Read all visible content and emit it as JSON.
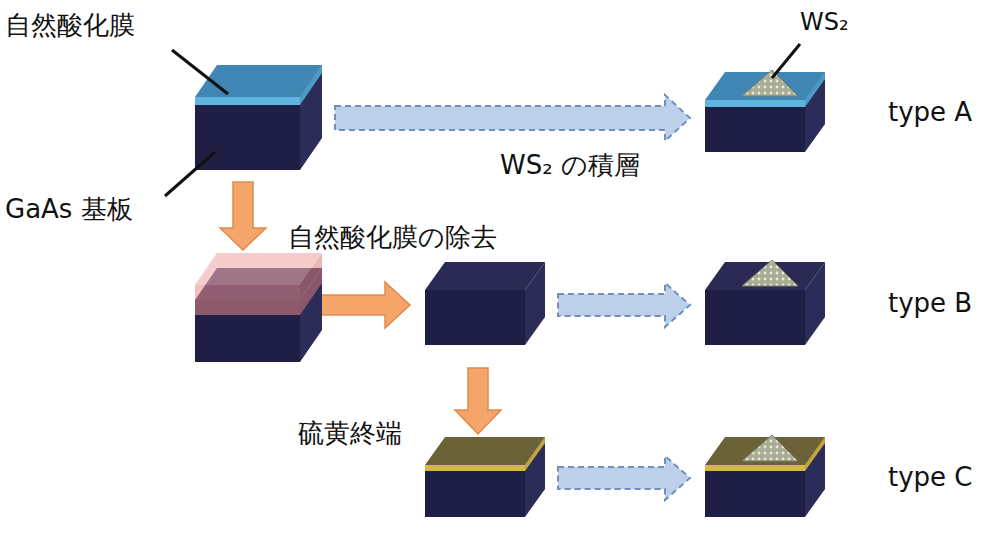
{
  "diagram": {
    "labels": [
      "自然酸化膜",
      "WS₂",
      "type A",
      "WS₂ の積層",
      "GaAs 基板",
      "自然酸化膜の除去",
      "type B",
      "硫黄終端",
      "type C"
    ]
  }
}
